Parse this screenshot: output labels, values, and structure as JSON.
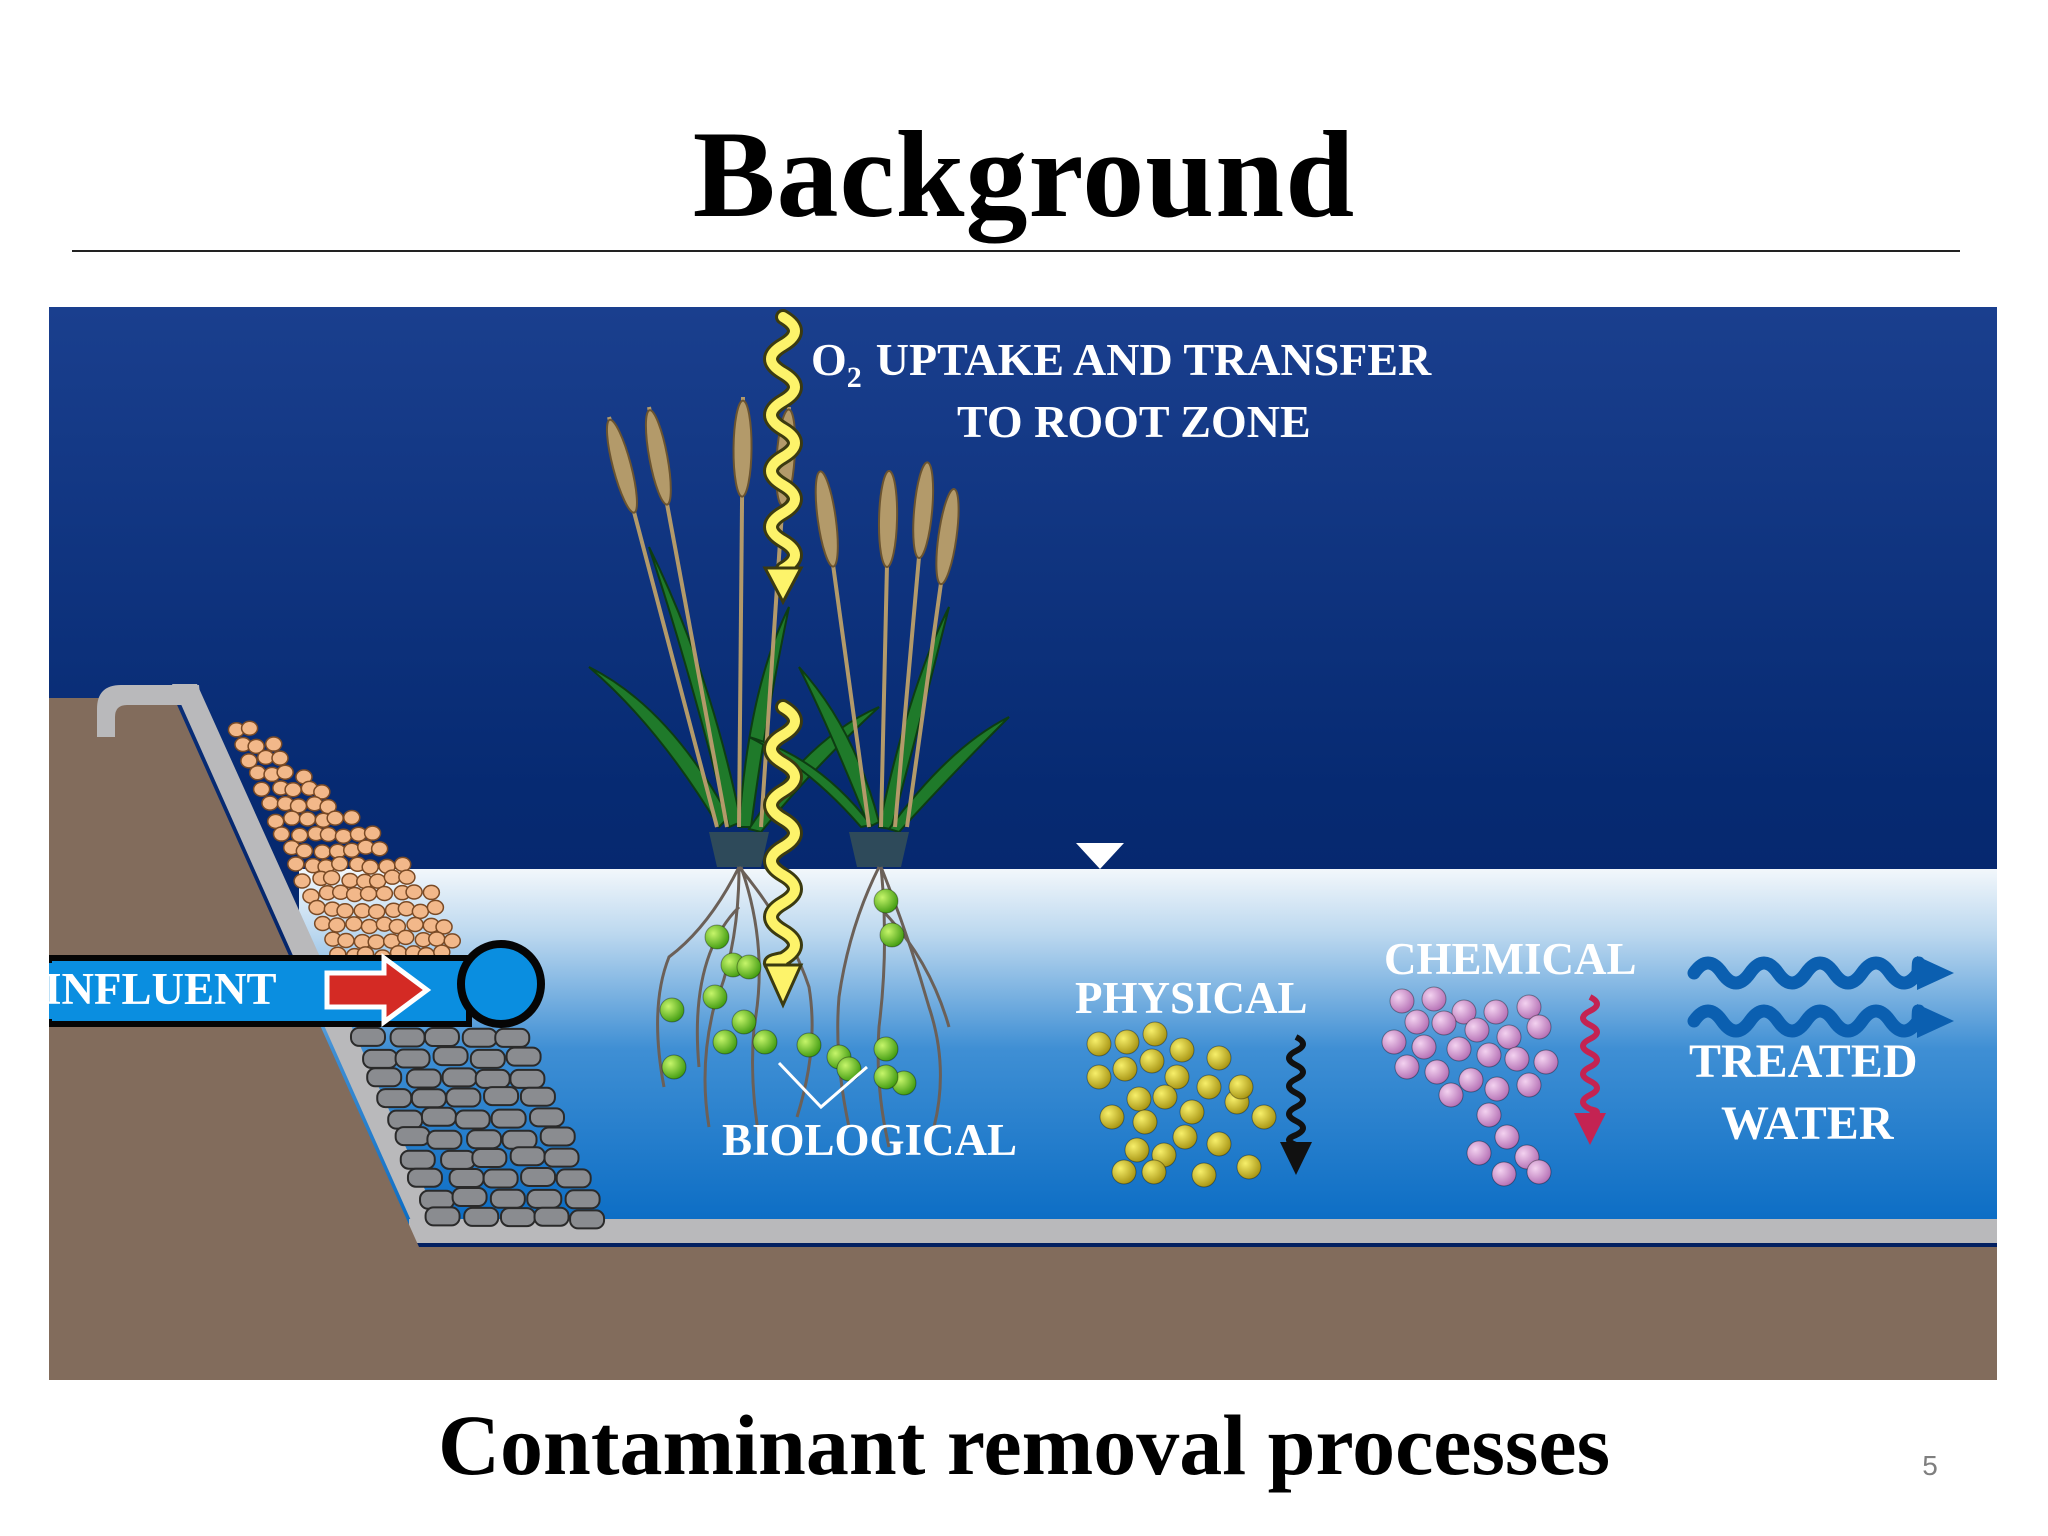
{
  "slide": {
    "title": "Background",
    "caption": "Contaminant removal processes",
    "page_number": "5"
  },
  "diagram": {
    "labels": {
      "o2_line1_prefix": "O",
      "o2_subscript": "2",
      "o2_line1_rest": "UPTAKE AND TRANSFER",
      "o2_line2": "TO ROOT ZONE",
      "influent": "INFLUENT",
      "biological": "BIOLOGICAL",
      "physical": "PHYSICAL",
      "chemical": "CHEMICAL",
      "treated_line1": "TREATED",
      "treated_line2": "WATER"
    },
    "colors": {
      "sky_top": "#1a3f8e",
      "sky_bottom": "#021d5c",
      "water_top": "#f2f7fb",
      "water_bottom": "#0a6cc4",
      "soil": "#826c5c",
      "liner": "#b9b9bb",
      "gravel_top": "#f2b88a",
      "rock": "#8a8c90",
      "pipe": "#0a8ee0",
      "influent_arrow": "#d42a24",
      "o2_arrow": "#fdf36a",
      "biological_particle": "#7ed321",
      "physical_particle": "#b7aa1e",
      "chemical_particle": "#d58fd1",
      "treated_wave": "#0b5fb0"
    },
    "icons": [
      "o2-squiggle-arrow",
      "influent-arrow",
      "settling-arrow",
      "precipitation-arrow",
      "treated-water-wave-arrow",
      "water-level-marker"
    ]
  }
}
